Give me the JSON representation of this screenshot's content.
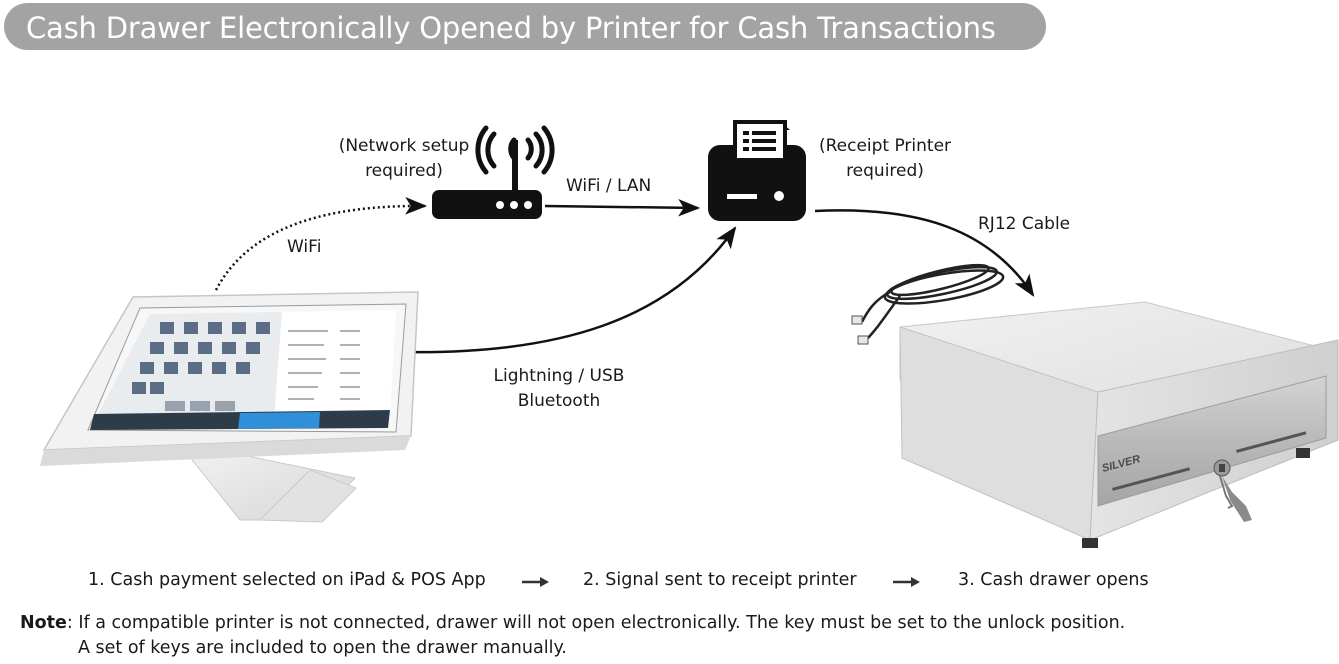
{
  "title": "Cash Drawer Electronically Opened by Printer for Cash Transactions",
  "labels": {
    "network_setup_line1": "(Network setup",
    "network_setup_line2": "required)",
    "wifi_lan": "WiFi / LAN",
    "receipt_printer_line1": "(Receipt Printer",
    "receipt_printer_line2": "required)",
    "wifi": "WiFi",
    "rj12_cable": "RJ12  Cable",
    "lightning_usb": "Lightning / USB",
    "bluetooth": "Bluetooth",
    "drawer_brand": "SILVER"
  },
  "steps": {
    "step1": "1. Cash payment selected on iPad & POS App",
    "step2": "2. Signal sent to receipt printer",
    "step3": "3. Cash drawer opens"
  },
  "note": {
    "label": "Note",
    "line1": ": If a compatible printer is not connected, drawer will not open electronically. The key must  be set to the unlock position.",
    "line2": "A set of keys are included to open the drawer manually."
  },
  "icons": {
    "router": "wifi-router-icon",
    "printer": "receipt-printer-icon",
    "tablet": "ipad-pos-stand",
    "drawer": "cash-drawer",
    "cable": "rj12-cable",
    "arrow": "right-arrow-icon"
  },
  "colors": {
    "title_bg": "#a3a3a3",
    "title_text": "#ffffff",
    "icon": "#111111",
    "ipad_screen_accent": "#2f8fd8"
  }
}
